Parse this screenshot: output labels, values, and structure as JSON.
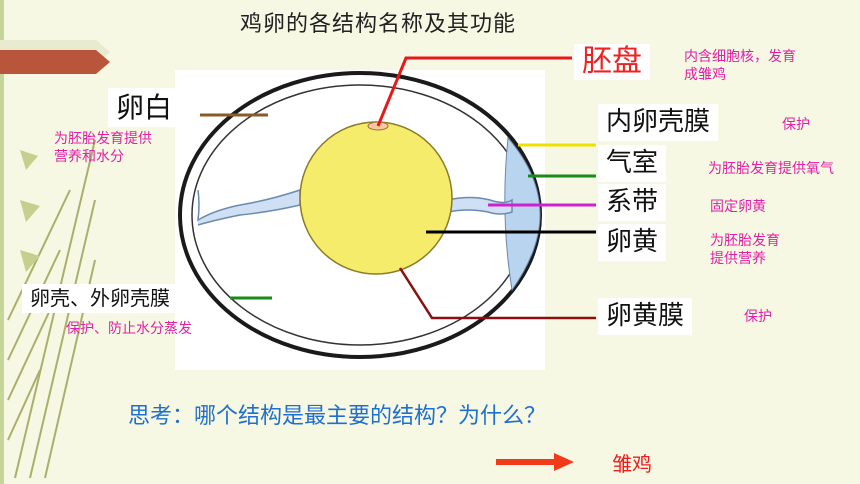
{
  "title": "鸡卵的各结构名称及其功能",
  "labels": {
    "albumen": "卵白",
    "albumen_function": [
      "为胚胎发育提供",
      "营养和水分"
    ],
    "shell": "卵壳、外卵壳膜",
    "shell_function": "保护、防止水分蒸发",
    "germinal_disc": "胚盘",
    "germinal_disc_function": [
      "内含细胞核，发育",
      "成雏鸡"
    ],
    "inner_membrane": "内卵壳膜",
    "inner_membrane_function": "保护",
    "air_cell": "气室",
    "air_cell_function": "为胚胎发育提供氧气",
    "chalaza": "系带",
    "chalaza_function": "固定卵黄",
    "yolk": "卵黄",
    "yolk_function": [
      "为胚胎发育",
      "提供营养"
    ],
    "yolk_membrane": "卵黄膜",
    "yolk_membrane_function": "保护"
  },
  "question": "思考：哪个结构是最主要的结构？为什么？",
  "answer": "雏鸡",
  "colors": {
    "germinal_disc_line": "#e81818",
    "inner_membrane_line": "#f0e000",
    "air_cell_line": "#1a8a1a",
    "chalaza_line": "#d020d0",
    "yolk_line": "#000000",
    "yolk_membrane_line": "#8a1010",
    "albumen_line": "#8a5a2a",
    "shell_line": "#1a8a1a",
    "yolk_fill": "#f4ec6a",
    "arrow": "#f03a1a",
    "question": "#1f6fd0",
    "function_text": "#e020a8"
  }
}
